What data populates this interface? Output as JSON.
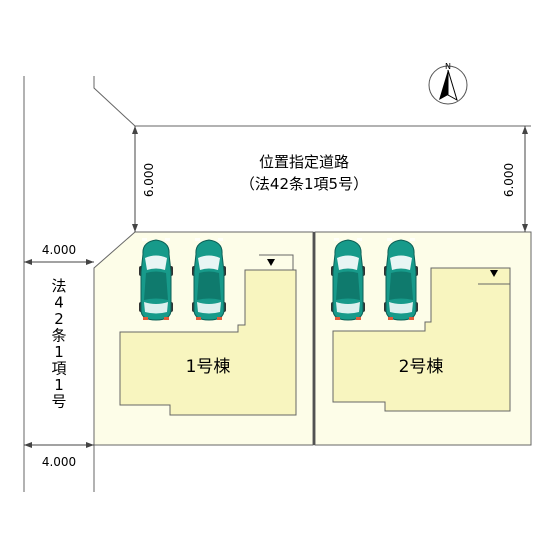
{
  "road": {
    "name": "位置指定道路",
    "law": "（法42条1項5号）",
    "width_left": "6.000",
    "width_right": "6.000"
  },
  "side_road": {
    "law_chars": [
      "法",
      "4",
      "2",
      "条",
      "1",
      "項",
      "1",
      "号"
    ],
    "width_top": "4.000",
    "width_bottom": "4.000"
  },
  "houses": {
    "house1": "1号棟",
    "house2": "2号棟"
  },
  "compass": {
    "north_label": "N"
  },
  "colors": {
    "lot": "#fdfde8",
    "building": "#f8f5bf",
    "car_body": "#179a8a",
    "car_window": "#ffffff",
    "line": "#555555"
  },
  "parking": {
    "lot1_spaces": 2,
    "lot2_spaces": 2
  }
}
